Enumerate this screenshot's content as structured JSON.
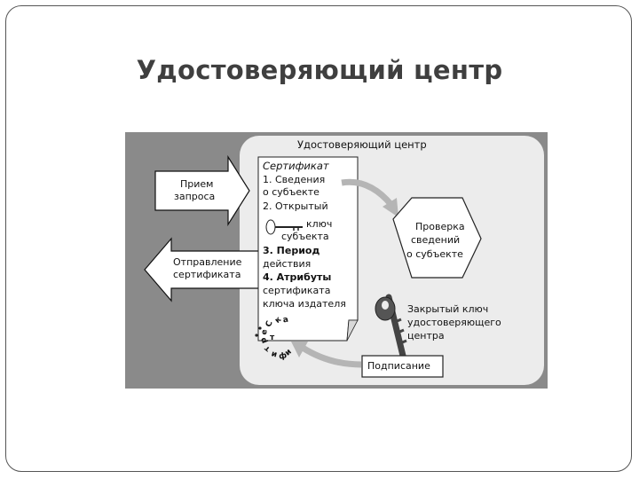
{
  "slide": {
    "title": "Удостоверяющий центр"
  },
  "diagram": {
    "panel_title": "Удостоверяющий центр",
    "request_arrow": {
      "line1": "Прием",
      "line2": "запроса"
    },
    "send_arrow": {
      "line1": "Отправление",
      "line2": "сертификата"
    },
    "certificate": {
      "heading": "Сертификат",
      "lines": [
        "1. Сведения",
        "о субъекте",
        "2. Открытый",
        "ключ",
        "субъекта",
        "3. Период",
        "действия",
        "4. Атрибуты",
        "сертификата",
        "ключа издателя"
      ]
    },
    "check_hexagon": {
      "line1": "Проверка",
      "line2": "сведений",
      "line3": "о субъекте"
    },
    "private_key_label": {
      "line1": "Закрытый ключ",
      "line2": "удостоверяющего",
      "line3": "центра"
    },
    "signing_box": "Подписание",
    "seal_letters": [
      "С",
      "е",
      "р",
      "т",
      "и",
      "ф",
      "и",
      "к",
      "а",
      "т"
    ]
  },
  "colors": {
    "outer_background": "#8a8a8a",
    "panel": "#ececec",
    "arrow_fill": "#ffffff",
    "curved_arrow": "#b5b5b5",
    "frame": "#555555"
  }
}
